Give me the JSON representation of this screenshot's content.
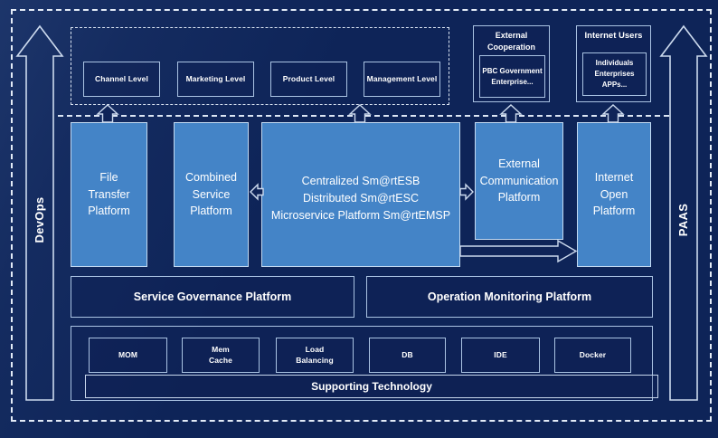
{
  "side_arrows": {
    "devops_label": "DevOps",
    "paas_label": "PAAS"
  },
  "levels": {
    "items": [
      "Channel Level",
      "Marketing Level",
      "Product Level",
      "Management Level"
    ]
  },
  "external_cooperation": {
    "title": "External\nCooperation",
    "body": "PBC Government\nEnterprise..."
  },
  "internet_users": {
    "title": "Internet Users",
    "body": "Individuals\nEnterprises\nAPPs..."
  },
  "platforms": {
    "file_transfer": "File\nTransfer\nPlatform",
    "combined_service": "Combined\nService\nPlatform",
    "esb": "Centralized Sm@rtESB\nDistributed Sm@rtESC\nMicroservice Platform Sm@rtEMSP",
    "external_communication": "External\nCommunication\nPlatform",
    "internet_open": "Internet\nOpen\nPlatform"
  },
  "governance": {
    "label": "Service Governance Platform"
  },
  "monitoring": {
    "label": "Operation Monitoring Platform"
  },
  "technologies": {
    "items": [
      "MOM",
      "Mem\nCache",
      "Load\nBalancing",
      "DB",
      "IDE",
      "Docker"
    ]
  },
  "supporting": {
    "label": "Supporting Technology"
  },
  "colors": {
    "background": "#0e2458",
    "platform_fill": "#4484c7",
    "border_light": "#ccdaee",
    "text": "#ffffff"
  }
}
